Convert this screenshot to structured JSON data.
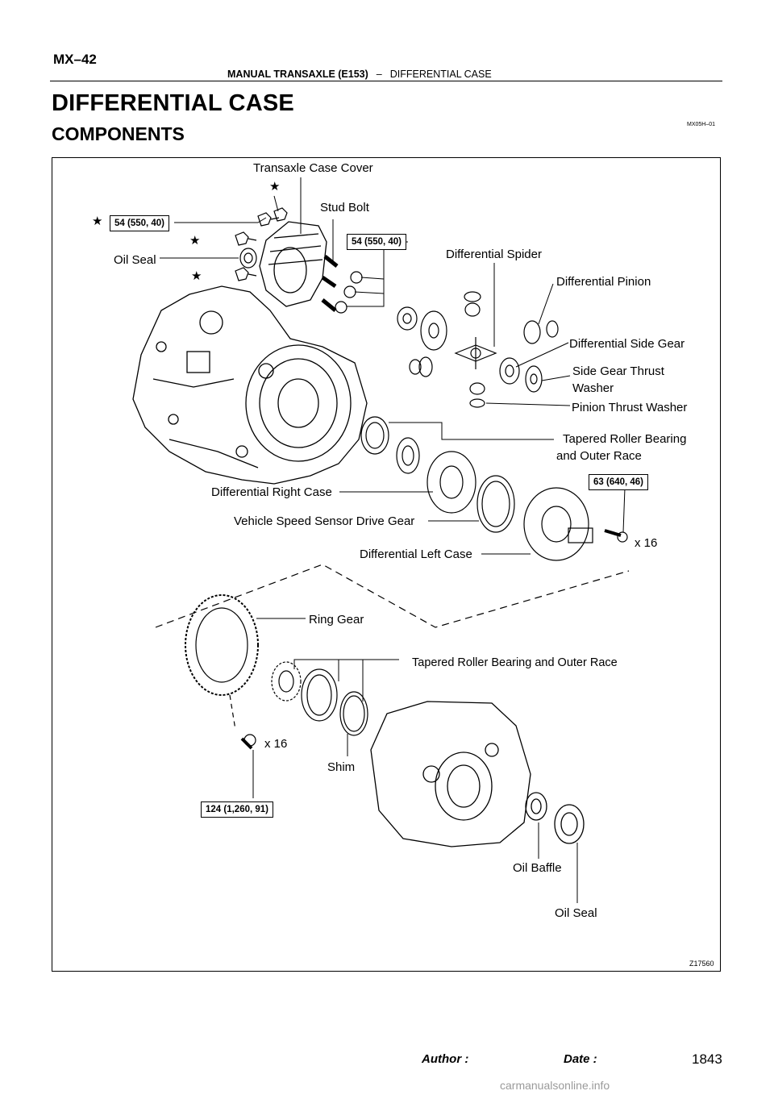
{
  "header": {
    "page_label": "MX–42",
    "section": "MANUAL TRANSAXLE (E153)",
    "separator": "–",
    "subsection": "DIFFERENTIAL CASE",
    "doc_code": "MX05H–01"
  },
  "title": "DIFFERENTIAL CASE",
  "subtitle": "COMPONENTS",
  "diagram": {
    "figure_id": "Z17560",
    "labels": {
      "transaxle_case_cover": "Transaxle Case Cover",
      "stud_bolt": "Stud Bolt",
      "oil_seal_top": "Oil Seal",
      "differential_spider": "Differential Spider",
      "differential_pinion": "Differential Pinion",
      "differential_side_gear": "Differential Side Gear",
      "side_gear_thrust_washer_1": "Side Gear Thrust",
      "side_gear_thrust_washer_2": "Washer",
      "pinion_thrust_washer": "Pinion Thrust Washer",
      "tapered_roller_bearing_1": "Tapered Roller Bearing",
      "tapered_roller_bearing_2": "and Outer Race",
      "differential_right_case": "Differential Right Case",
      "vehicle_speed_sensor_drive_gear": "Vehicle Speed Sensor Drive Gear",
      "differential_left_case": "Differential Left Case",
      "qty_upper": "x 16",
      "ring_gear": "Ring Gear",
      "tapered_roller_bearing_lower": "Tapered Roller Bearing and Outer Race",
      "qty_lower": "x 16",
      "shim": "Shim",
      "oil_baffle": "Oil Baffle",
      "oil_seal_bottom": "Oil Seal"
    },
    "torque_specs": {
      "cover_bolts": "54 (550, 40)",
      "stud_nuts": "54 (550, 40)",
      "case_bolts": "63 (640, 46)",
      "ring_gear_bolts": "124 (1,260, 91)"
    },
    "non_reusable_symbol": "★"
  },
  "footer": {
    "author_label": "Author :",
    "date_label": "Date :",
    "page_number": "1843",
    "watermark": "carmanualsonline.info"
  }
}
